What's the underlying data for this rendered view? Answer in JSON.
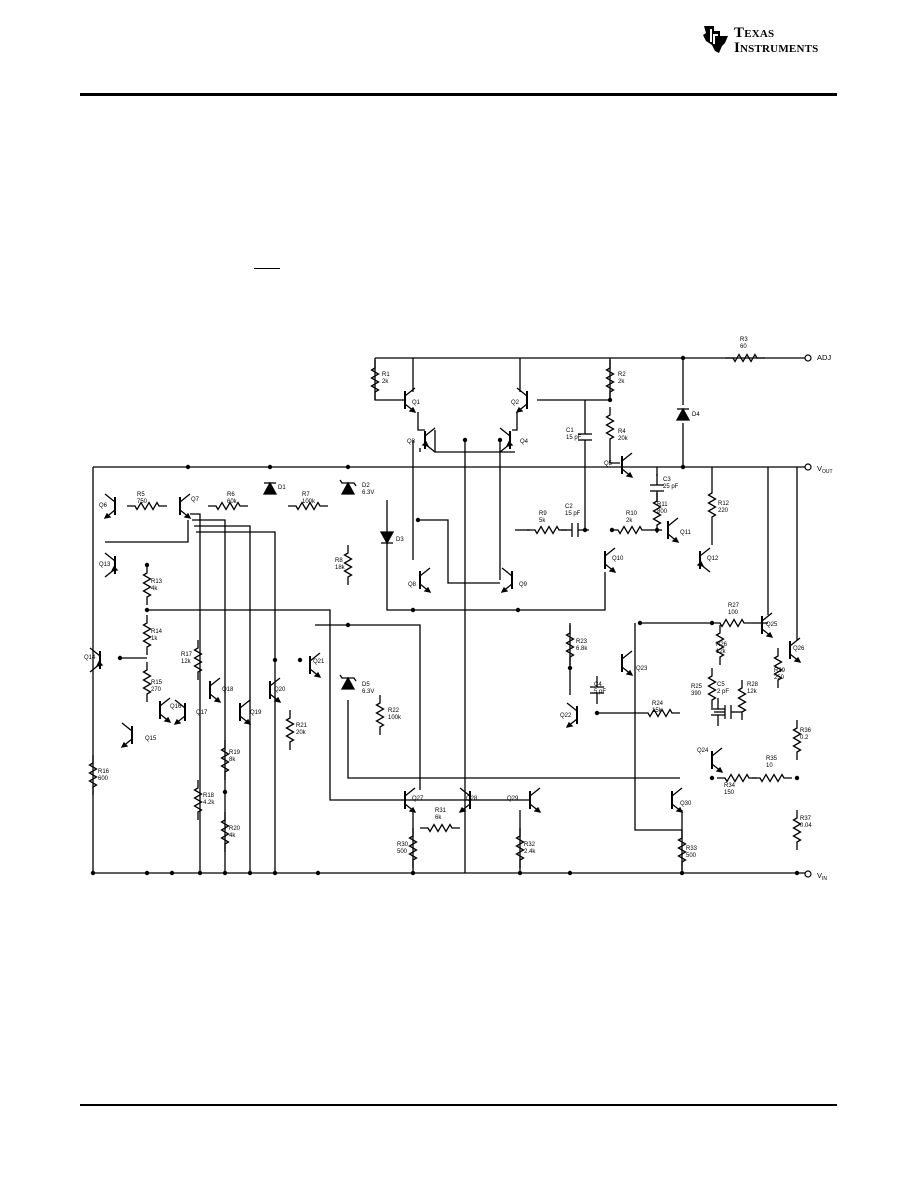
{
  "header": {
    "logo_line1": "Texas",
    "logo_line2": "Instruments",
    "logo_icon": "ti-state-icon"
  },
  "terminals": {
    "adj": "ADJ",
    "vout": "V",
    "vout_sub": "OUT",
    "vin": "V",
    "vin_sub": "IN"
  },
  "labels": [
    {
      "id": "r3",
      "t": "R3\n60"
    },
    {
      "id": "r1",
      "t": "R1\n2k"
    },
    {
      "id": "q1",
      "t": "Q1"
    },
    {
      "id": "r2",
      "t": "R2\n2k"
    },
    {
      "id": "q2",
      "t": "Q2"
    },
    {
      "id": "q3",
      "t": "Q3"
    },
    {
      "id": "q4",
      "t": "Q4"
    },
    {
      "id": "c1",
      "t": "C1\n15 pF"
    },
    {
      "id": "r4",
      "t": "R4\n20k"
    },
    {
      "id": "d4",
      "t": "D4"
    },
    {
      "id": "q5",
      "t": "Q5"
    },
    {
      "id": "c3",
      "t": "C3\n25 pF"
    },
    {
      "id": "d2",
      "t": "D2\n6.3V"
    },
    {
      "id": "r5",
      "t": "R5\n750"
    },
    {
      "id": "q6",
      "t": "Q6"
    },
    {
      "id": "q7",
      "t": "Q7"
    },
    {
      "id": "r6",
      "t": "R6\n60k"
    },
    {
      "id": "d1",
      "t": "D1"
    },
    {
      "id": "r7",
      "t": "R7\n100k"
    },
    {
      "id": "r11",
      "t": "R11\n800"
    },
    {
      "id": "r12",
      "t": "R12\n220"
    },
    {
      "id": "r9",
      "t": "R9\n5k"
    },
    {
      "id": "c2",
      "t": "C2\n15 pF"
    },
    {
      "id": "r10",
      "t": "R10\n2k"
    },
    {
      "id": "q11",
      "t": "Q11"
    },
    {
      "id": "d3",
      "t": "D3"
    },
    {
      "id": "q12",
      "t": "Q12"
    },
    {
      "id": "q13",
      "t": "Q13"
    },
    {
      "id": "r8",
      "t": "R8\n18k"
    },
    {
      "id": "q10",
      "t": "Q10"
    },
    {
      "id": "r13",
      "t": "R13\n4k"
    },
    {
      "id": "q8",
      "t": "Q8"
    },
    {
      "id": "q9",
      "t": "Q9"
    },
    {
      "id": "r27",
      "t": "R27\n100"
    },
    {
      "id": "q25",
      "t": "Q25"
    },
    {
      "id": "r14",
      "t": "R14\n1k"
    },
    {
      "id": "r23",
      "t": "R23\n6.8k"
    },
    {
      "id": "r26",
      "t": "R26\n12k"
    },
    {
      "id": "q26",
      "t": "Q26"
    },
    {
      "id": "q14",
      "t": "Q14"
    },
    {
      "id": "r17",
      "t": "R17\n12k"
    },
    {
      "id": "q21",
      "t": "Q21"
    },
    {
      "id": "q23",
      "t": "Q23"
    },
    {
      "id": "r29",
      "t": "R29\n250"
    },
    {
      "id": "d5",
      "t": "D5\n6.3V"
    },
    {
      "id": "r15",
      "t": "R15\n270"
    },
    {
      "id": "q18",
      "t": "Q18"
    },
    {
      "id": "q20",
      "t": "Q20"
    },
    {
      "id": "c4",
      "t": "C4\n5 pF"
    },
    {
      "id": "r25",
      "t": "R25\n390"
    },
    {
      "id": "c5",
      "t": "C5\n2 pF"
    },
    {
      "id": "r28",
      "t": "R28\n12k"
    },
    {
      "id": "q16",
      "t": "Q16"
    },
    {
      "id": "q17",
      "t": "Q17"
    },
    {
      "id": "q19",
      "t": "Q19"
    },
    {
      "id": "r22",
      "t": "R22\n100k"
    },
    {
      "id": "q22",
      "t": "Q22"
    },
    {
      "id": "r24",
      "t": "R24\n15k"
    },
    {
      "id": "r21",
      "t": "R21\n20k"
    },
    {
      "id": "q15",
      "t": "Q15"
    },
    {
      "id": "r36",
      "t": "R36\n0.2"
    },
    {
      "id": "q24",
      "t": "Q24"
    },
    {
      "id": "r19",
      "t": "R19\n8k"
    },
    {
      "id": "r35",
      "t": "R35\n10"
    },
    {
      "id": "r16",
      "t": "R16\n600"
    },
    {
      "id": "r34",
      "t": "R34\n150"
    },
    {
      "id": "r18",
      "t": "R18\n4.2k"
    },
    {
      "id": "q27",
      "t": "Q27"
    },
    {
      "id": "q28",
      "t": "Q28"
    },
    {
      "id": "q29",
      "t": "Q29"
    },
    {
      "id": "q30",
      "t": "Q30"
    },
    {
      "id": "r37",
      "t": "R37\n0.04"
    },
    {
      "id": "r31",
      "t": "R31\n6k"
    },
    {
      "id": "r20",
      "t": "R20\n4k"
    },
    {
      "id": "r30",
      "t": "R30\n500"
    },
    {
      "id": "r32",
      "t": "R32\n2.4k"
    },
    {
      "id": "r33",
      "t": "R33\n500"
    }
  ]
}
